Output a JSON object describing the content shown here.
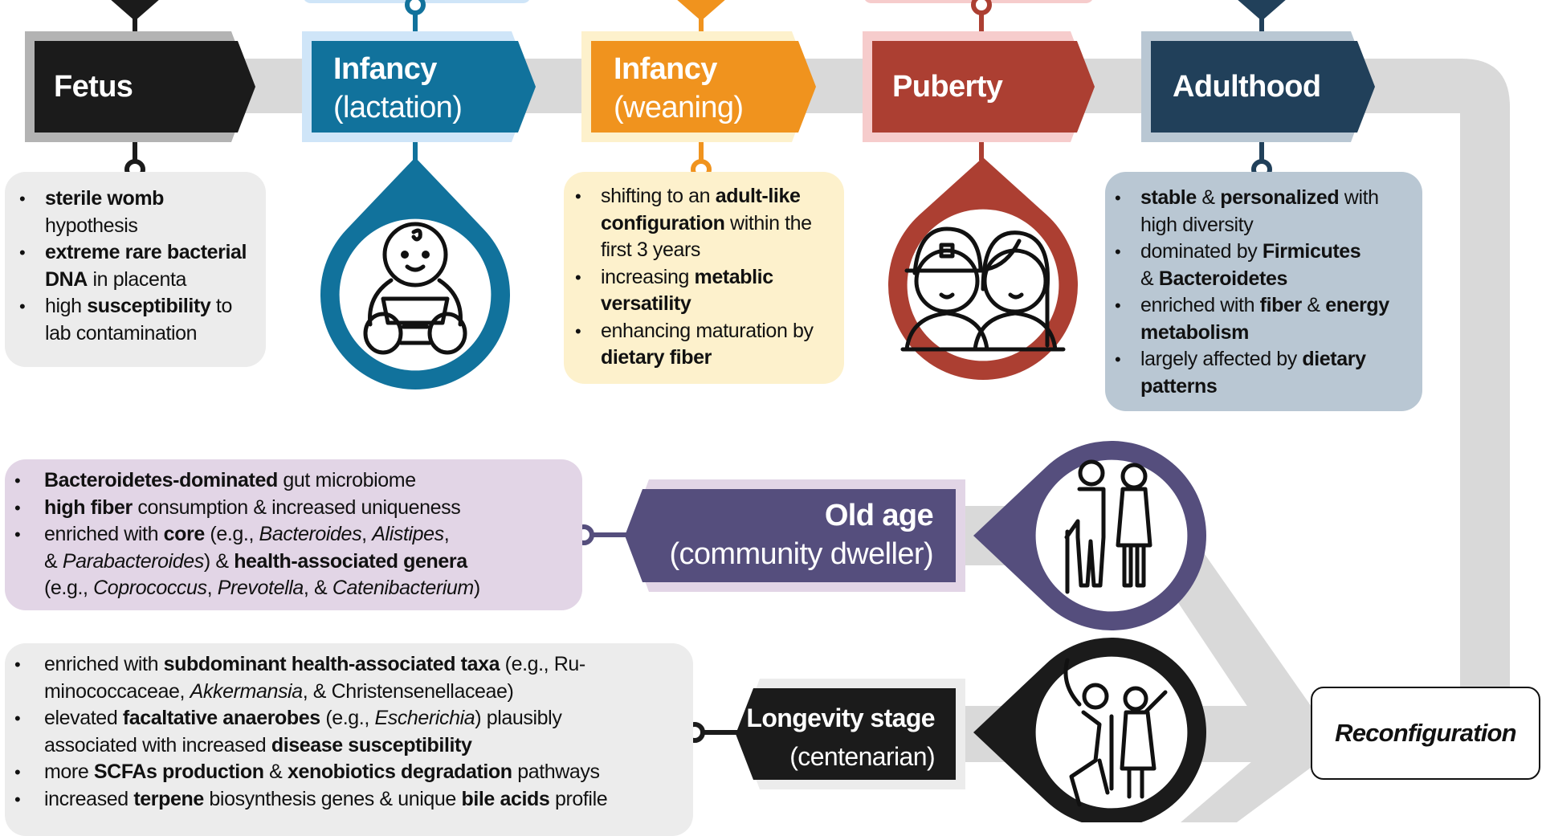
{
  "colors": {
    "path_gray": "#d9d9d9",
    "fetus": "#1b1b1b",
    "fetus_outer": "#b3b3b3",
    "fetus_box": "#ececec",
    "lactation": "#11729c",
    "lactation_outer": "#cfe5f8",
    "weaning": "#f0931e",
    "weaning_outer": "#fdf1cc",
    "weaning_box": "#fdf1cc",
    "puberty": "#ac3f32",
    "puberty_outer": "#f6cccc",
    "adulthood": "#21405a",
    "adulthood_outer": "#b9c7d3",
    "adulthood_box": "#b9c7d3",
    "old_age": "#554e7d",
    "old_age_outer": "#e2d5e6",
    "old_age_box": "#e2d5e6",
    "longevity": "#1b1b1b",
    "longevity_outer": "#ececec",
    "longevity_box": "#ececec"
  },
  "stages": {
    "fetus": {
      "label": "Fetus"
    },
    "lactation": {
      "line1": "Infancy",
      "line2": "(lactation)",
      "icon": "baby-icon"
    },
    "weaning": {
      "line1": "Infancy",
      "line2": "(weaning)"
    },
    "puberty": {
      "label": "Puberty",
      "icon": "teenagers-icon"
    },
    "adulthood": {
      "label": "Adulthood"
    },
    "old_age": {
      "line1": "Old age",
      "line2": "(community dweller)",
      "icon": "elderly-couple-icon"
    },
    "longevity": {
      "line1": "Longevity stage",
      "line2": "(centenarian)",
      "icon": "dancing-centenarians-icon"
    }
  },
  "reconfiguration": "Reconfiguration",
  "notes": {
    "fetus": [
      [
        {
          "t": "sterile womb",
          "b": true
        },
        {
          "t": " hypothesis"
        }
      ],
      [
        {
          "t": "extreme rare bacterial DNA",
          "b": true
        },
        {
          "t": " in placenta"
        }
      ],
      [
        {
          "t": "high "
        },
        {
          "t": "susceptibility",
          "b": true
        },
        {
          "t": " to lab contamination"
        }
      ]
    ],
    "weaning": [
      [
        {
          "t": "shifting to an "
        },
        {
          "t": "adult-like configuration",
          "b": true
        },
        {
          "t": " within the first 3 years"
        }
      ],
      [
        {
          "t": "increasing "
        },
        {
          "t": "metablic versatility",
          "b": true
        }
      ],
      [
        {
          "t": "enhancing maturation by "
        },
        {
          "t": "dietary fiber",
          "b": true
        }
      ]
    ],
    "adulthood": [
      [
        {
          "t": "stable",
          "b": true
        },
        {
          "t": " & "
        },
        {
          "t": "personalized",
          "b": true
        },
        {
          "t": " with high diversity"
        }
      ],
      [
        {
          "t": "dominated by "
        },
        {
          "t": "Firmicutes",
          "b": true
        },
        {
          "t": "\n& "
        },
        {
          "t": "Bacteroidetes",
          "b": true
        }
      ],
      [
        {
          "t": "enriched with "
        },
        {
          "t": "fiber",
          "b": true
        },
        {
          "t": " & "
        },
        {
          "t": "energy metabolism",
          "b": true
        }
      ],
      [
        {
          "t": "largely affected by "
        },
        {
          "t": "dietary patterns",
          "b": true
        }
      ]
    ],
    "old_age": [
      [
        {
          "t": "Bacteroidetes-dominated",
          "b": true
        },
        {
          "t": " gut microbiome"
        }
      ],
      [
        {
          "t": "high fiber",
          "b": true
        },
        {
          "t": " consumption & increased uniqueness"
        }
      ],
      [
        {
          "t": "enriched with "
        },
        {
          "t": "core",
          "b": true
        },
        {
          "t": " (e.g., "
        },
        {
          "t": "Bacteroides",
          "i": true
        },
        {
          "t": ", "
        },
        {
          "t": "Alistipes",
          "i": true
        },
        {
          "t": ",\n& "
        },
        {
          "t": "Parabacteroides",
          "i": true
        },
        {
          "t": ") & "
        },
        {
          "t": "health-associated genera",
          "b": true
        },
        {
          "t": "\n(e.g., "
        },
        {
          "t": "Coprococcus",
          "i": true
        },
        {
          "t": ", "
        },
        {
          "t": "Prevotella",
          "i": true
        },
        {
          "t": ", & "
        },
        {
          "t": "Catenibacterium",
          "i": true
        },
        {
          "t": ")"
        }
      ]
    ],
    "longevity": [
      [
        {
          "t": "enriched with "
        },
        {
          "t": "subdominant health-associated taxa",
          "b": true
        },
        {
          "t": " (e.g., Ru-\nminococcaceae, "
        },
        {
          "t": "Akkermansia",
          "i": true
        },
        {
          "t": ", & Christensenellaceae)"
        }
      ],
      [
        {
          "t": "elevated "
        },
        {
          "t": "facaltative anaerobes",
          "b": true
        },
        {
          "t": " (e.g., "
        },
        {
          "t": "Escherichia",
          "i": true
        },
        {
          "t": ") plausibly\nassociated with increased "
        },
        {
          "t": "disease susceptibility",
          "b": true
        }
      ],
      [
        {
          "t": "more "
        },
        {
          "t": "SCFAs production",
          "b": true
        },
        {
          "t": " & "
        },
        {
          "t": "xenobiotics degradation",
          "b": true
        },
        {
          "t": " pathways"
        }
      ],
      [
        {
          "t": "increased "
        },
        {
          "t": "terpene",
          "b": true
        },
        {
          "t": " biosynthesis genes & unique "
        },
        {
          "t": "bile acids",
          "b": true
        },
        {
          "t": " profile"
        }
      ]
    ]
  }
}
